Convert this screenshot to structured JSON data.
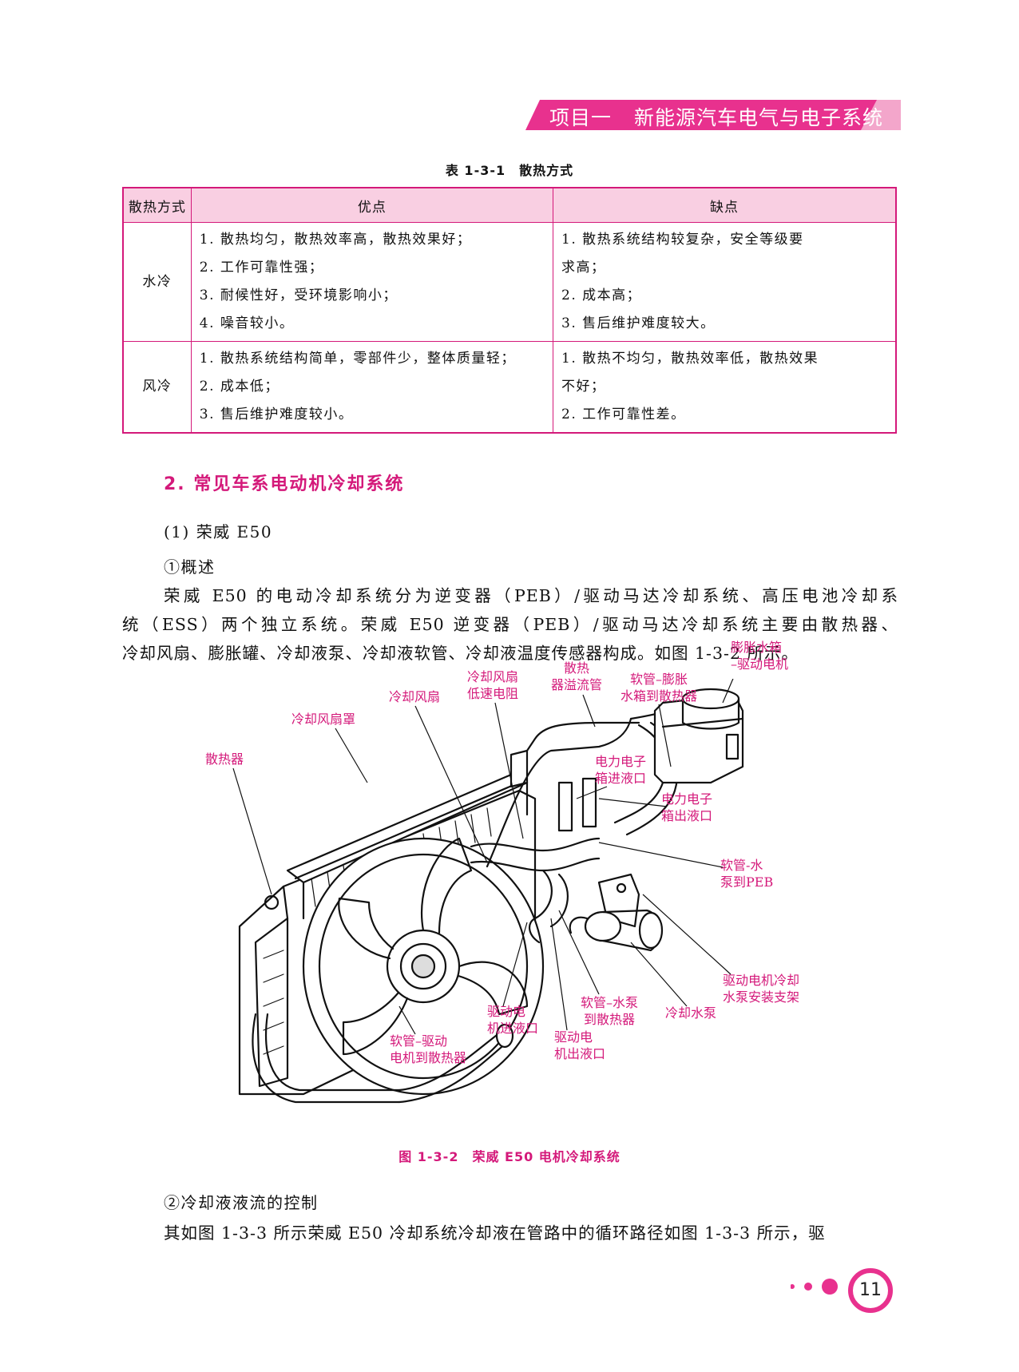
{
  "header": {
    "project": "项目一",
    "title": "新能源汽车电气与电子系统"
  },
  "table": {
    "caption": "表 1-3-1　散热方式",
    "headers": [
      "散热方式",
      "优点",
      "缺点"
    ],
    "rows": [
      {
        "method": "水冷",
        "pros": [
          "1. 散热均匀，散热效率高，散热效果好；",
          "2. 工作可靠性强；",
          "3. 耐候性好，受环境影响小；",
          "4. 噪音较小。"
        ],
        "cons": [
          "1. 散热系统结构较复杂，安全等级要",
          "求高；",
          "2. 成本高；",
          "3. 售后维护难度较大。"
        ]
      },
      {
        "method": "风冷",
        "pros": [
          "1. 散热系统结构简单，零部件少，整体质量轻；",
          "2. 成本低；",
          "3. 售后维护难度较小。"
        ],
        "cons": [
          "1. 散热不均匀，散热效率低，散热效果",
          "不好；",
          "2. 工作可靠性差。"
        ]
      }
    ]
  },
  "section": {
    "heading": "2. 常见车系电动机冷却系统",
    "sub": "(1) 荣威 E50",
    "overview": "①概述",
    "paragraph": [
      "荣威 E50 的电动冷却系统分为逆变器（PEB）/驱动马达冷却系统、高压电池冷却系",
      "统（ESS）两个独立系统。荣威 E50 逆变器（PEB）/驱动马达冷却系统主要由散热器、",
      "冷却风扇、膨胀罐、冷却液泵、冷却液软管、冷却液温度传感器构成。如图 1-3-2 所示。"
    ]
  },
  "figure": {
    "caption": "图 1-3-2　荣威 E50 电机冷却系统",
    "labels": {
      "radiator": "散热器",
      "fan_shroud": "冷却风扇罩",
      "fan": "冷却风扇",
      "fan_resistor": [
        "冷却风扇",
        "低速电阻"
      ],
      "overflow": [
        "散热",
        "器溢流管"
      ],
      "hose_tank_radiator": [
        "软管–膨胀",
        "水箱到散热器"
      ],
      "tank_motor": [
        "膨胀水箱",
        "–驱动电机"
      ],
      "peb_inlet": [
        "电力电子",
        "箱进液口"
      ],
      "peb_outlet": [
        "电力电子",
        "箱出液口"
      ],
      "hose_pump_peb": [
        "软管-水",
        "泵到PEB"
      ],
      "pump_bracket": [
        "驱动电机冷却",
        "水泵安装支架"
      ],
      "pump": "冷却水泵",
      "hose_pump_radiator": [
        "软管–水泵",
        "到散热器"
      ],
      "motor_outlet": [
        "驱动电",
        "机出液口"
      ],
      "motor_inlet": [
        "驱动电",
        "机进液口"
      ],
      "hose_motor_radiator": [
        "软管–驱动",
        "电机到散热器"
      ]
    }
  },
  "section2": {
    "heading": "②冷却液液流的控制",
    "line": "其如图 1-3-3 所示荣威 E50 冷却系统冷却液在管路中的循环路径如图 1-3-3 所示，驱"
  },
  "footer": {
    "page": "11"
  },
  "colors": {
    "accent": "#d4197a",
    "banner": "#e8318e",
    "header_bg": "#f9cfe2"
  }
}
